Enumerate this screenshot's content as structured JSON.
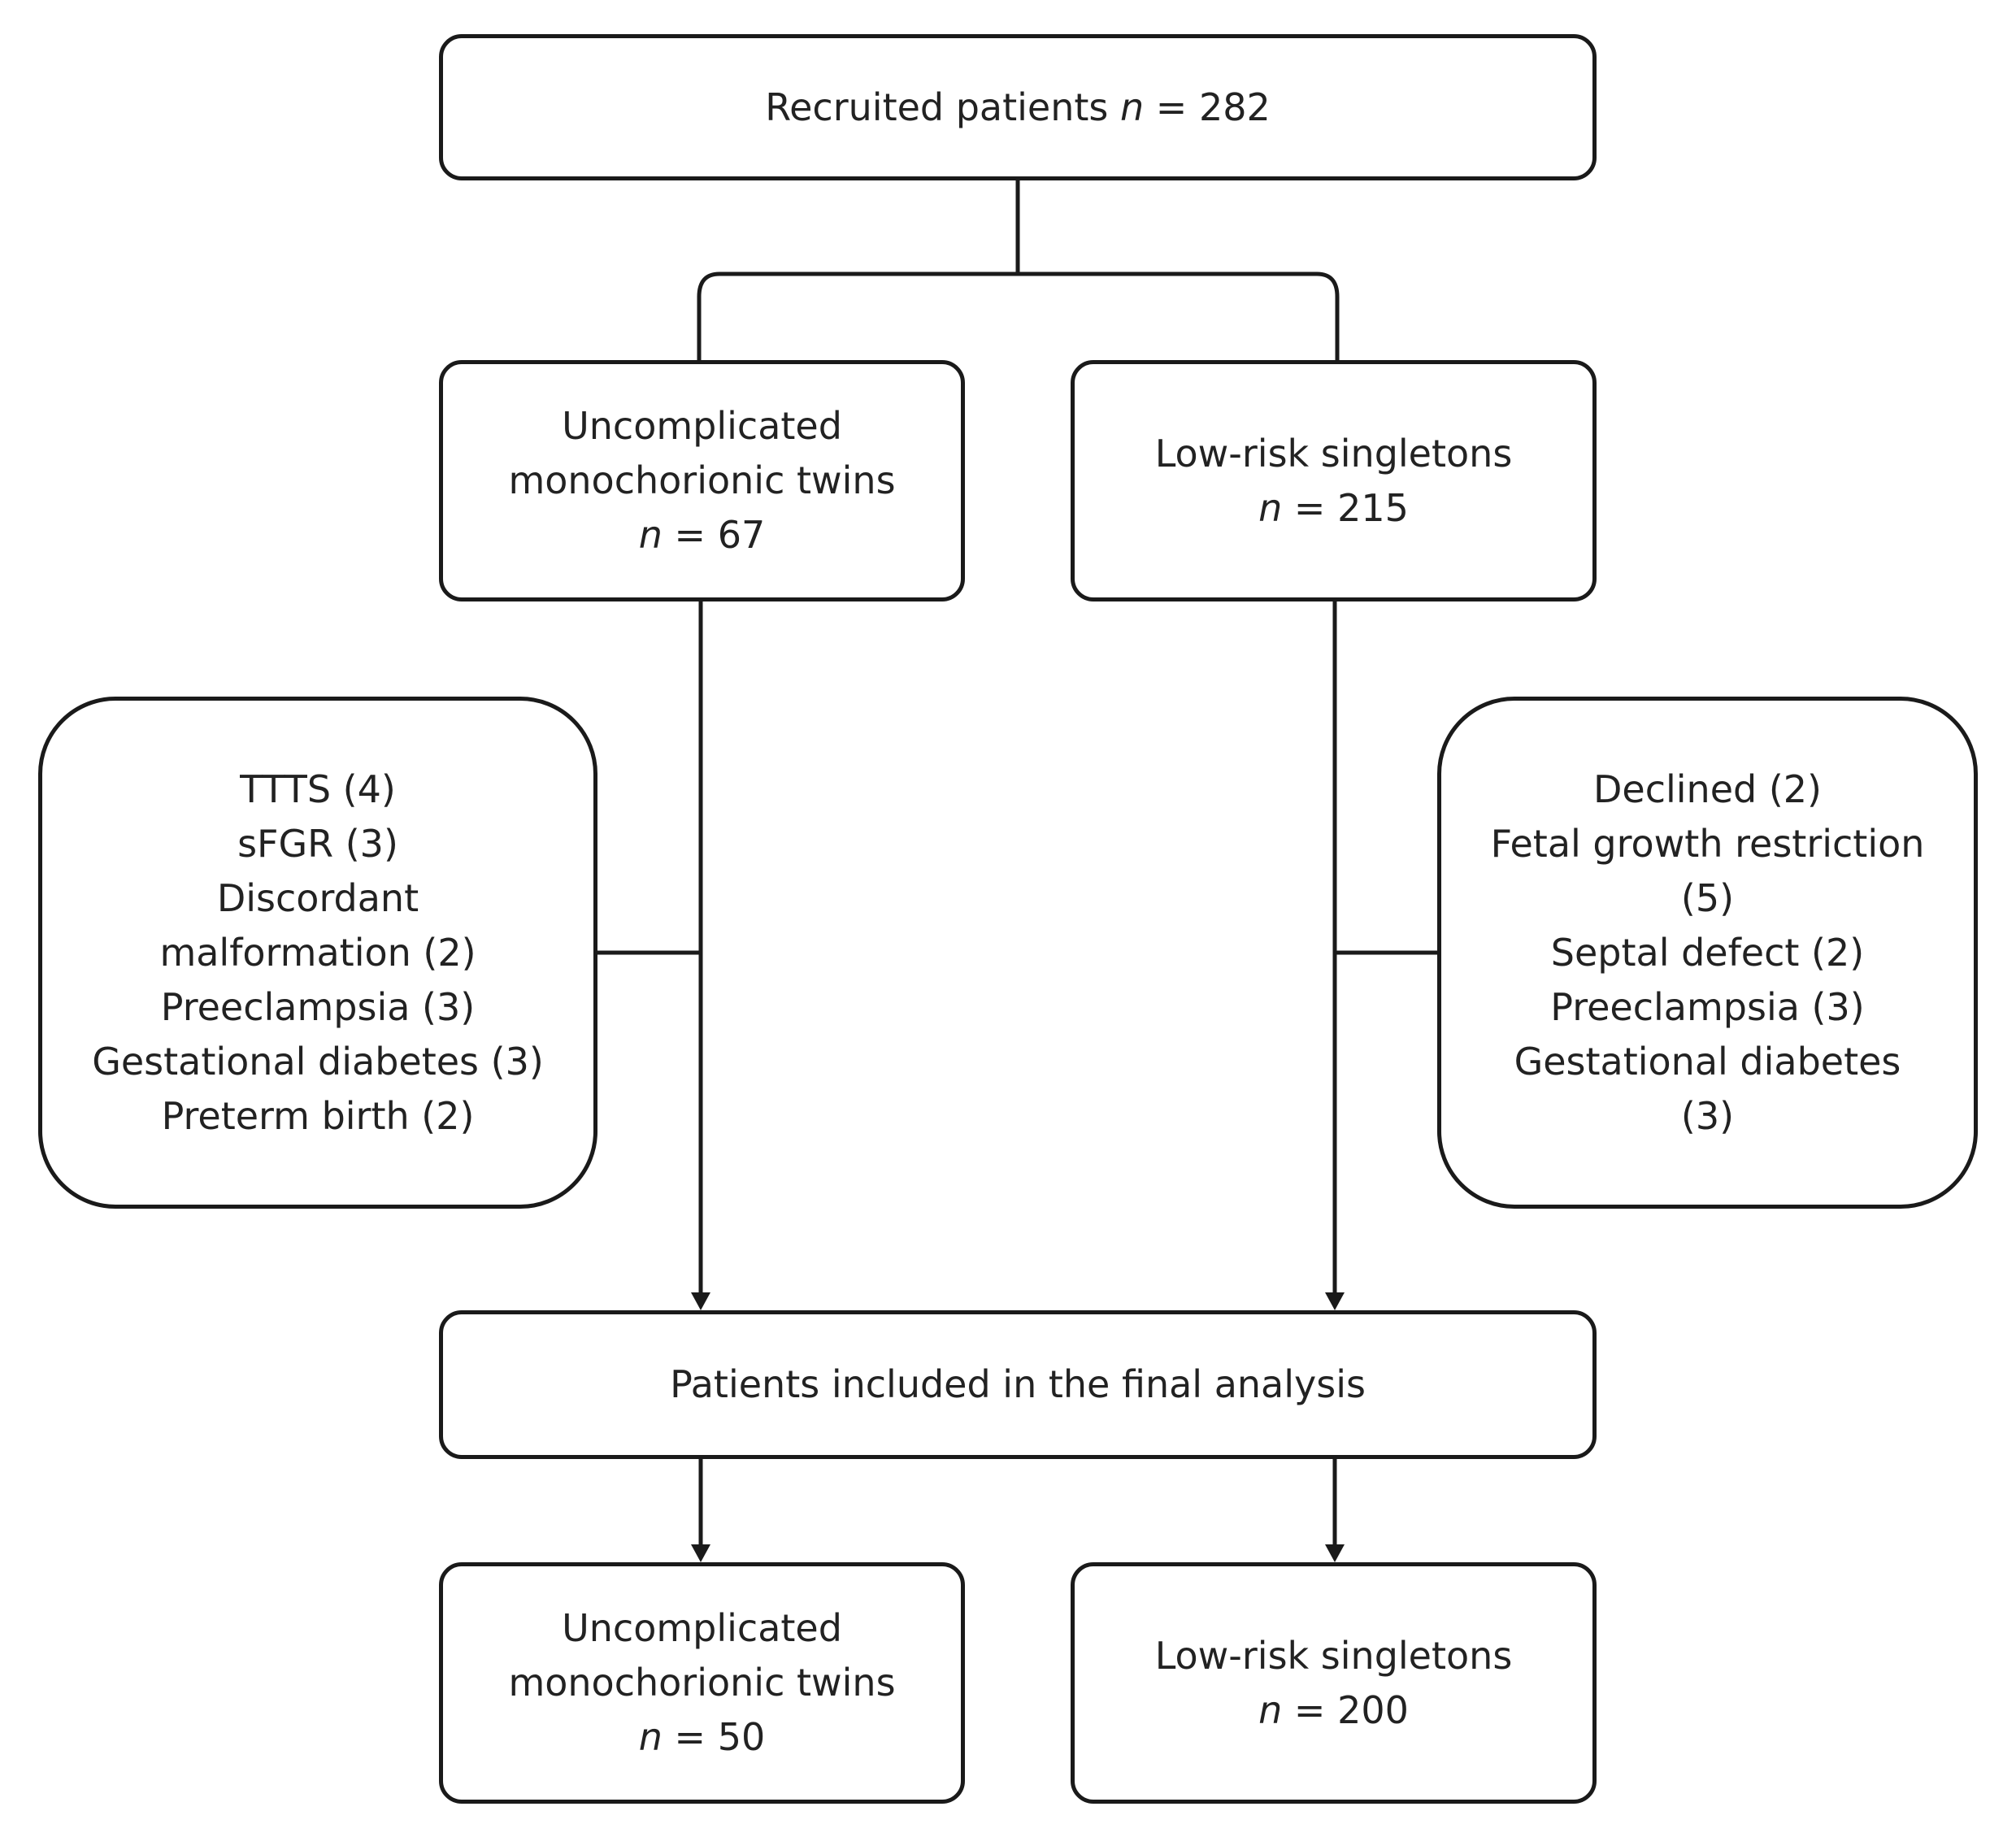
{
  "recruited": {
    "label": "Recruited patients",
    "n_symbol": "n",
    "n_value": "= 282"
  },
  "twins_initial": {
    "line1": "Uncomplicated",
    "line2": "monochorionic twins",
    "n_symbol": "n",
    "n_value": "= 67"
  },
  "singletons_initial": {
    "line1": "Low-risk singletons",
    "n_symbol": "n",
    "n_value": "= 215"
  },
  "twins_exclusions": [
    "TTTS (4)",
    "sFGR (3)",
    "Discordant",
    "malformation (2)",
    "Preeclampsia (3)",
    "Gestational diabetes (3)",
    "Preterm birth (2)"
  ],
  "singletons_exclusions": [
    "Declined (2)",
    "Fetal growth restriction",
    "(5)",
    "Septal defect (2)",
    "Preeclampsia (3)",
    "Gestational diabetes",
    "(3)"
  ],
  "final_analysis": {
    "label": "Patients included in the final analysis"
  },
  "twins_final": {
    "line1": "Uncomplicated",
    "line2": "monochorionic twins",
    "n_symbol": "n",
    "n_value": "= 50"
  },
  "singletons_final": {
    "line1": "Low-risk singletons",
    "n_symbol": "n",
    "n_value": "= 200"
  }
}
